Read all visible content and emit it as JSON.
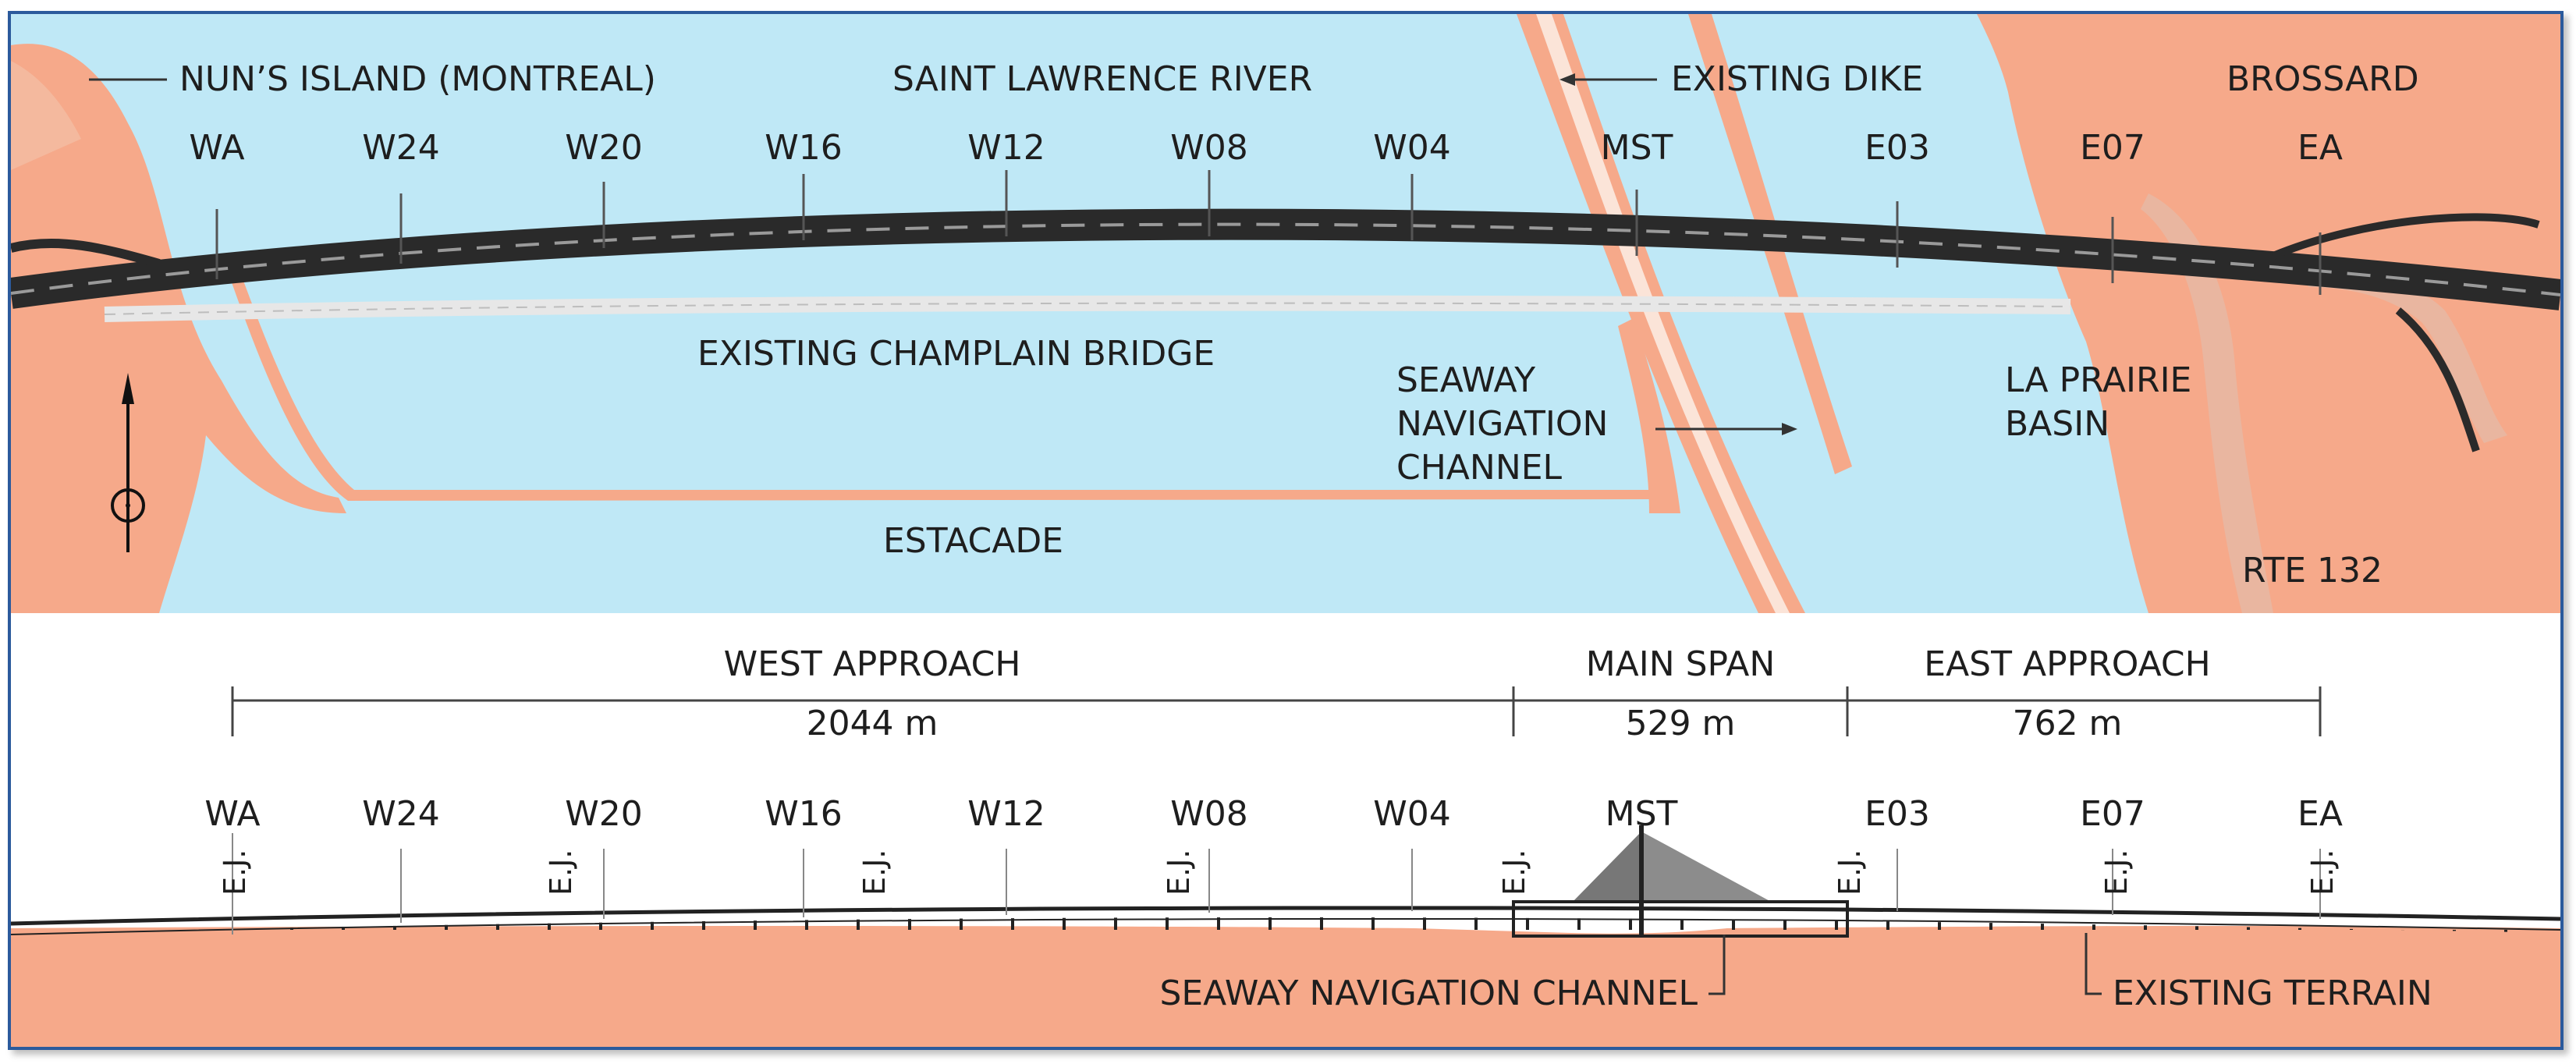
{
  "plan": {
    "labels": {
      "nuns_island": "NUN’S ISLAND (MONTREAL)",
      "river": "SAINT LAWRENCE RIVER",
      "existing_dike": "EXISTING DIKE",
      "brossard": "BROSSARD",
      "existing_bridge": "EXISTING CHAMPLAIN BRIDGE",
      "seaway_1": "SEAWAY",
      "seaway_2": "NAVIGATION",
      "seaway_3": "CHANNEL",
      "la_prairie_1": "LA PRAIRIE",
      "la_prairie_2": "BASIN",
      "estacade": "ESTACADE",
      "rte": "RTE 132"
    },
    "piers": [
      "WA",
      "W24",
      "W20",
      "W16",
      "W12",
      "W08",
      "W04",
      "MST",
      "E03",
      "E07",
      "EA"
    ],
    "colors": {
      "water": "#bfe8f6",
      "land": "#f6a98a",
      "deck": "#2a2a2a"
    }
  },
  "elevation": {
    "sections": [
      {
        "name": "WEST APPROACH",
        "length": "2044 m"
      },
      {
        "name": "MAIN SPAN",
        "length": "529 m"
      },
      {
        "name": "EAST APPROACH",
        "length": "762 m"
      }
    ],
    "piers": [
      "WA",
      "W24",
      "W20",
      "W16",
      "W12",
      "W08",
      "W04",
      "MST",
      "E03",
      "E07",
      "EA"
    ],
    "expansion_joint": "E.J.",
    "labels": {
      "seaway_channel": "SEAWAY NAVIGATION CHANNEL",
      "existing_terrain": "EXISTING TERRAIN"
    },
    "colors": {
      "ground": "#f6a98a",
      "pylon": "#777777"
    }
  }
}
